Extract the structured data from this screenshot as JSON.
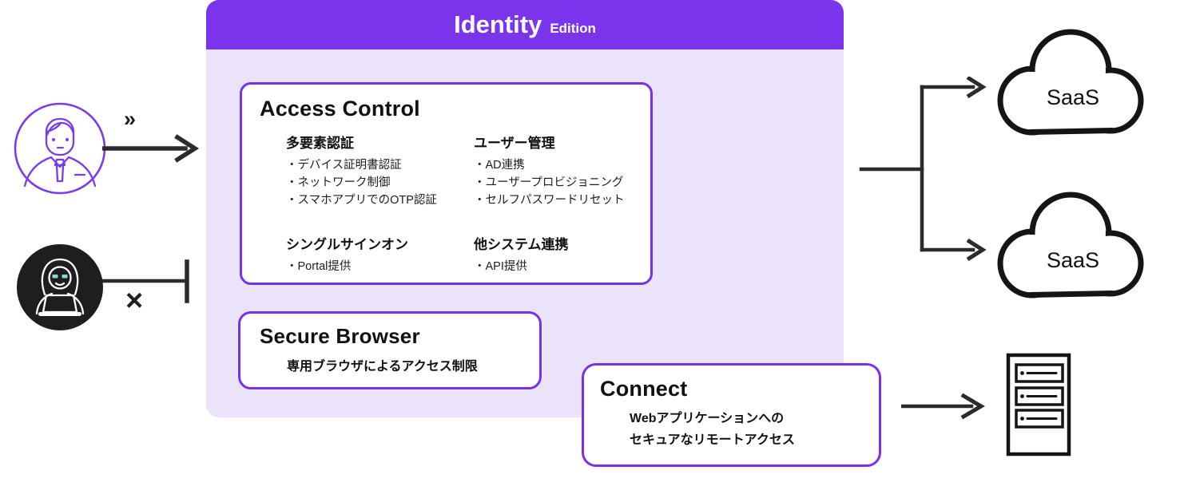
{
  "product": {
    "header": {
      "title": "Identity",
      "subtitle": "Edition"
    }
  },
  "access_control": {
    "title": "Access Control",
    "sections": [
      {
        "heading": "多要素認証",
        "items": [
          "・デバイス証明書認証",
          "・ネットワーク制御",
          "・スマホアプリでのOTP認証"
        ]
      },
      {
        "heading": "ユーザー管理",
        "items": [
          "・AD連携",
          "・ユーザープロビジョニング",
          "・セルフパスワードリセット"
        ]
      },
      {
        "heading": "シングルサインオン",
        "items": [
          "・Portal提供"
        ]
      },
      {
        "heading": "他システム連携",
        "items": [
          "・API提供"
        ]
      }
    ]
  },
  "secure_browser": {
    "title": "Secure Browser",
    "description": "専用ブラウザによるアクセス制限"
  },
  "connect": {
    "title": "Connect",
    "description_line1": "Webアプリケーションへの",
    "description_line2": "セキュアなリモートアクセス"
  },
  "actors": {
    "user_icon": "business-user-icon",
    "hacker_icon": "hacker-icon",
    "allowed_marker": "»",
    "blocked_marker": "×"
  },
  "destinations": {
    "saas_top_label": "SaaS",
    "saas_bottom_label": "SaaS",
    "server_icon": "server-icon"
  },
  "colors": {
    "header_purple": "#7B34EC",
    "panel_lavender": "#EAE3F9",
    "box_border_purple": "#7C2FE8",
    "icon_purple": "#7C3AED",
    "line_black": "#2B2B2B",
    "hacker_circle": "#201D20",
    "glasses_teal": "#85D9D5"
  }
}
